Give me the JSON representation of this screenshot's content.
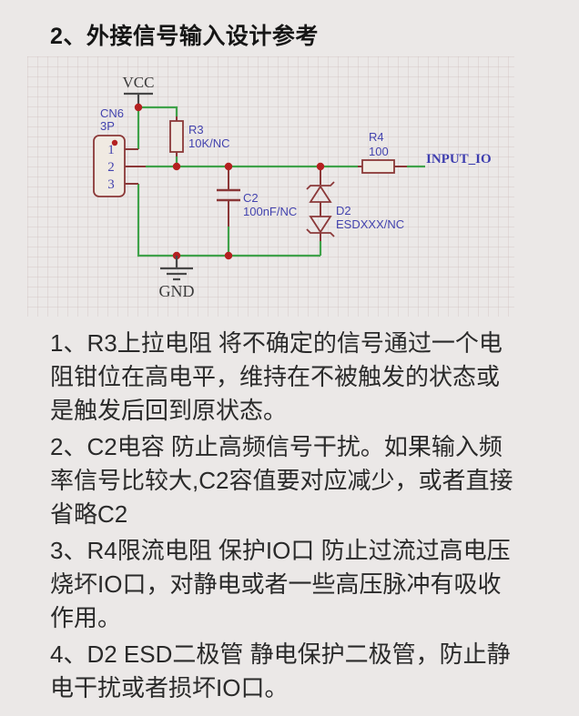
{
  "page": {
    "title": "2、外接信号输入设计参考"
  },
  "schematic": {
    "power_vcc": "VCC",
    "power_gnd": "GND",
    "connector_designator": "CN6",
    "connector_type": "3P",
    "pin1": "1",
    "pin2": "2",
    "pin3": "3",
    "r3_designator": "R3",
    "r3_value": "10K/NC",
    "c2_designator": "C2",
    "c2_value": "100nF/NC",
    "d2_designator": "D2",
    "d2_value": "ESDXXX/NC",
    "r4_designator": "R4",
    "r4_value": "100",
    "net_label": "INPUT_IO",
    "colors": {
      "wire": "#3fa24a",
      "component_outline": "#8b3838",
      "junction_dot": "#b42020",
      "label_blue": "#4343ae",
      "power_text": "#3a3a3a"
    }
  },
  "notes": [
    {
      "text": "1、R3上拉电阻 将不确定的信号通过一个电\n阻钳位在高电平，维持在不被触发的状态或\n是触发后回到原状态。"
    },
    {
      "text": "2、C2电容 防止高频信号干扰。如果输入频\n率信号比较大,C2容值要对应减少，或者直接\n省略C2"
    },
    {
      "text": "3、R4限流电阻 保护IO口 防止过流过高电压\n烧坏IO口，对静电或者一些高压脉冲有吸收\n作用。"
    },
    {
      "text": "4、D2 ESD二极管 静电保护二极管，防止静\n电干扰或者损坏IO口。"
    }
  ]
}
